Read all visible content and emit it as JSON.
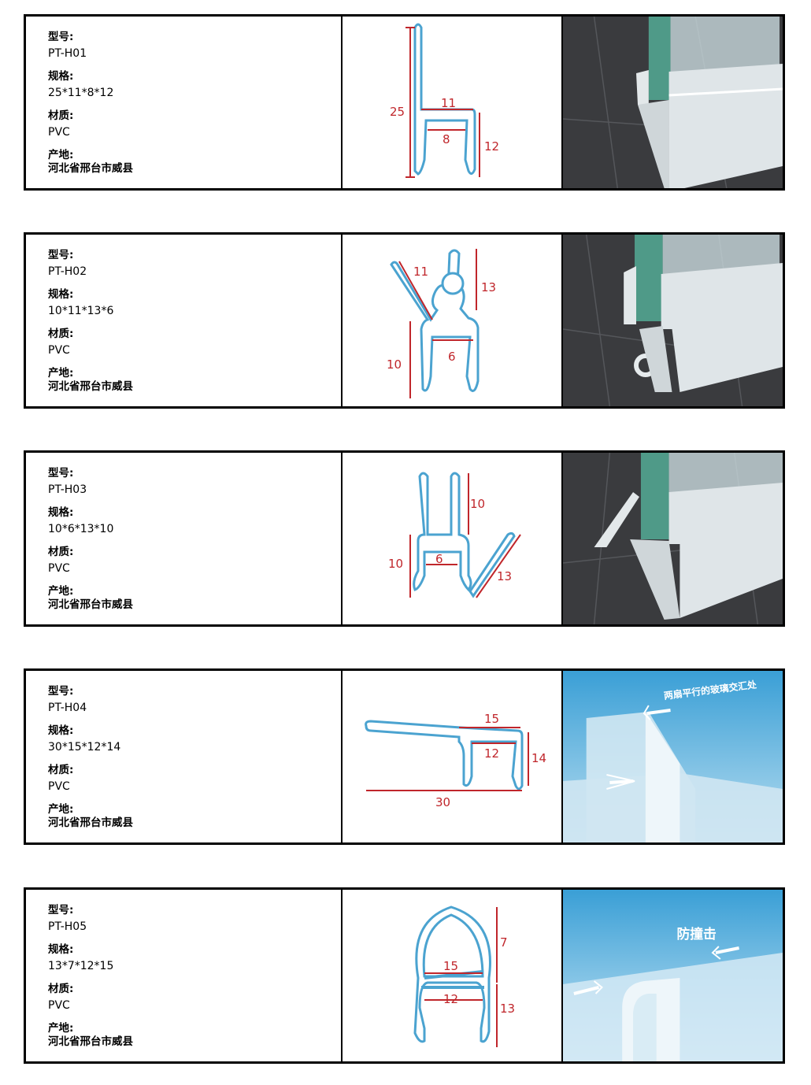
{
  "labels": {
    "model": "型号:",
    "spec": "规格:",
    "material": "材质:",
    "origin": "产地:"
  },
  "products": [
    {
      "model": "PT-H01",
      "spec": "25*11*8*12",
      "material": "PVC",
      "origin": "河北省邢台市威县",
      "dims": [
        "25",
        "11",
        "8",
        "12"
      ]
    },
    {
      "model": "PT-H02",
      "spec": "10*11*13*6",
      "material": "PVC",
      "origin": "河北省邢台市威县",
      "dims": [
        "11",
        "13",
        "6",
        "10"
      ]
    },
    {
      "model": "PT-H03",
      "spec": "10*6*13*10",
      "material": "PVC",
      "origin": "河北省邢台市威县",
      "dims": [
        "10",
        "6",
        "10",
        "13"
      ]
    },
    {
      "model": "PT-H04",
      "spec": "30*15*12*14",
      "material": "PVC",
      "origin": "河北省邢台市威县",
      "dims": [
        "15",
        "12",
        "14",
        "30"
      ],
      "photo_caption": "两扇平行的玻璃交汇处"
    },
    {
      "model": "PT-H05",
      "spec": "13*7*12*15",
      "material": "PVC",
      "origin": "河北省邢台市威县",
      "dims": [
        "7",
        "15",
        "12",
        "13"
      ],
      "photo_caption": "防撞击"
    }
  ],
  "colors": {
    "dimension": "#c0262b",
    "profile_outline": "#4ba3d0",
    "glass_green": "#4f9a88",
    "floor_dark": "#3a3b3e",
    "sky_blue": "#3a9fd6"
  }
}
